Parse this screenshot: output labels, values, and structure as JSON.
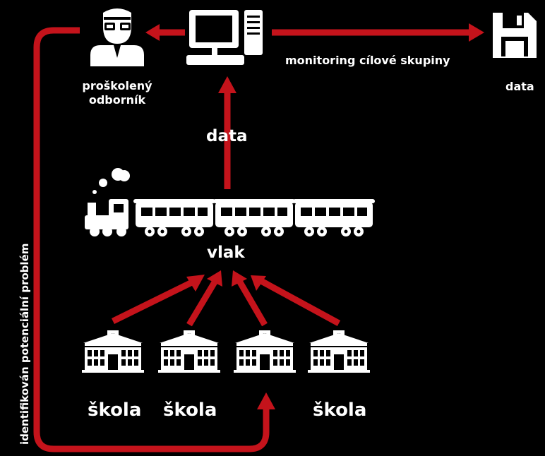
{
  "colors": {
    "background": "#000000",
    "accent": "#c4131b",
    "icon": "#ffffff"
  },
  "labels": {
    "expert": "proškolený odborník",
    "monitoring": "monitoring cílové skupiny",
    "data_top": "data",
    "data_mid": "data",
    "train": "vlak",
    "school_1": "škola",
    "school_2": "škola",
    "school_4": "škola",
    "side": "identifikován potenciální problém"
  },
  "icons": [
    "expert-person-icon",
    "computer-icon",
    "floppy-disk-icon",
    "locomotive-icon",
    "train-car-icon",
    "school-building-icon"
  ]
}
